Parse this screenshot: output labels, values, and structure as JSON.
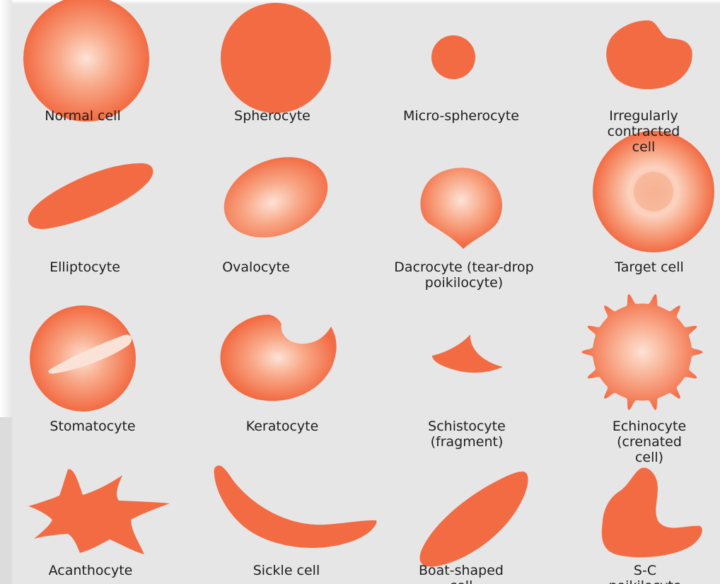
{
  "colors": {
    "background": "#e6e6e6",
    "cell": "#f26b43",
    "cell_pale_center": "#fdd4c2",
    "cell_pale_mid": "#f69b77",
    "label_text": "#1e1e1e"
  },
  "cells": [
    {
      "label": "Normal cell",
      "icon": "normal-cell-icon"
    },
    {
      "label": "Spherocyte",
      "icon": "spherocyte-icon"
    },
    {
      "label": "Micro-spherocyte",
      "icon": "micro-spherocyte-icon"
    },
    {
      "label": "Irregularly\ncontracted cell",
      "icon": "irregularly-contracted-cell-icon"
    },
    {
      "label": "Elliptocyte",
      "icon": "elliptocyte-icon"
    },
    {
      "label": "Ovalocyte",
      "icon": "ovalocyte-icon"
    },
    {
      "label": "Dacrocyte (tear-drop\npoikilocyte)",
      "icon": "dacrocyte-icon"
    },
    {
      "label": "Target cell",
      "icon": "target-cell-icon"
    },
    {
      "label": "Stomatocyte",
      "icon": "stomatocyte-icon"
    },
    {
      "label": "Keratocyte",
      "icon": "keratocyte-icon"
    },
    {
      "label": "Schistocyte\n(fragment)",
      "icon": "schistocyte-icon"
    },
    {
      "label": "Echinocyte\n(crenated cell)",
      "icon": "echinocyte-icon"
    },
    {
      "label": "Acanthocyte",
      "icon": "acanthocyte-icon"
    },
    {
      "label": "Sickle cell",
      "icon": "sickle-cell-icon"
    },
    {
      "label": "Boat-shaped\ncell",
      "icon": "boat-shaped-cell-icon"
    },
    {
      "label": "S-C poikilocyte",
      "icon": "sc-poikilocyte-icon"
    }
  ]
}
